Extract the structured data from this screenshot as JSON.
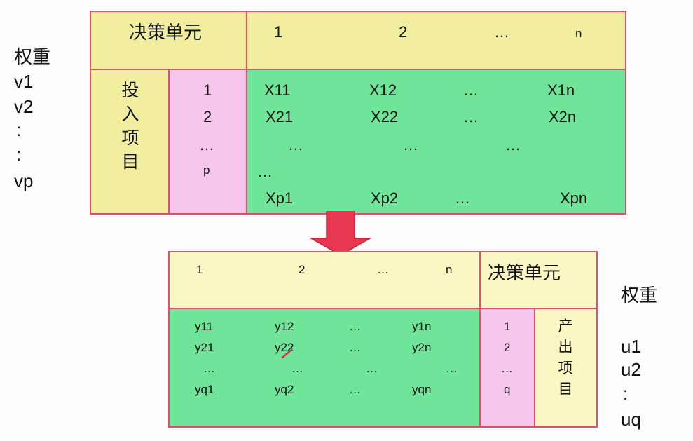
{
  "top_table": {
    "header_label": "决策单元",
    "columns": [
      "1",
      "2",
      "…",
      "n"
    ],
    "side_label": "投\n入\n项\n目",
    "index_items": [
      "1",
      "2",
      "…",
      "p"
    ],
    "rows": [
      [
        "X11",
        "X12",
        "…",
        "X1n"
      ],
      [
        "X21",
        "X22",
        "…",
        "X2n"
      ],
      [
        "…",
        "…",
        "…"
      ],
      [
        "…"
      ],
      [
        "Xp1",
        "Xp2",
        "…",
        "Xpn"
      ]
    ]
  },
  "top_weights": {
    "title": "权重",
    "items": [
      "v1",
      "v2",
      ":",
      ":",
      "vp"
    ]
  },
  "bottom_table": {
    "columns": [
      "1",
      "2",
      "…",
      "n"
    ],
    "header_label": "决策单元",
    "rows": [
      [
        "y11",
        "y12",
        "…",
        "y1n"
      ],
      [
        "y21",
        "y22",
        "…",
        "y2n"
      ],
      [
        "…",
        "…",
        "…",
        "…"
      ],
      [
        "yq1",
        "yq2",
        "…",
        "yqn"
      ]
    ],
    "index_items": [
      "1",
      "2",
      "…",
      "q"
    ],
    "side_label": "产\n出\n项\n目"
  },
  "bottom_weights": {
    "title": "权重",
    "items": [
      "u1",
      "u2",
      ":",
      "uq"
    ]
  },
  "colors": {
    "border": "#e0506e",
    "header_yellow": "#f1ee9f",
    "data_green": "#6fe59a",
    "index_pink": "#f6c6ec",
    "label_yellow": "#fbf7c2",
    "arrow": "#e8384f"
  }
}
